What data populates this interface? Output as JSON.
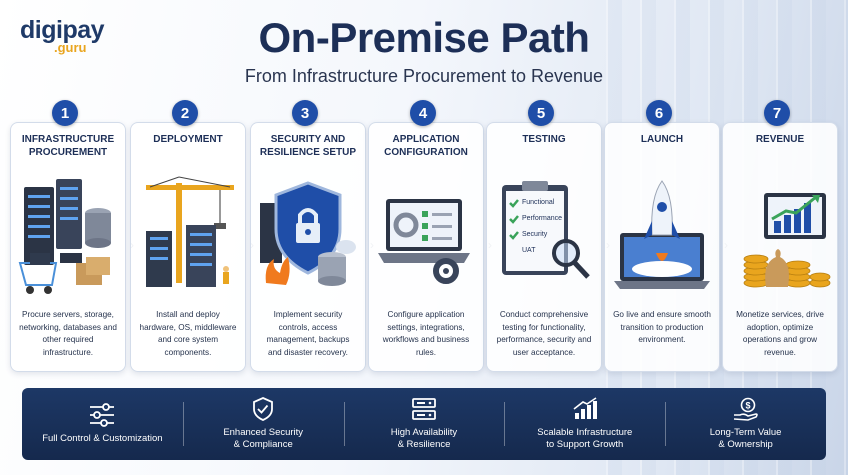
{
  "brand": {
    "name_main": "digi",
    "name_accent": "pay",
    "sub": ".guru"
  },
  "title": "On-Premise Path",
  "subtitle": "From Infrastructure Procurement to Revenue",
  "steps": [
    {
      "num": "1",
      "title": "INFRASTRUCTURE PROCUREMENT",
      "desc": "Procure servers, storage, networking, databases and other required infrastructure.",
      "icon": "server-rack-icon"
    },
    {
      "num": "2",
      "title": "DEPLOYMENT",
      "desc": "Install and deploy hardware, OS, middleware and core system components.",
      "icon": "crane-construction-icon"
    },
    {
      "num": "3",
      "title": "SECURITY AND RESILIENCE SETUP",
      "desc": "Implement security controls, access management, backups and disaster recovery.",
      "icon": "shield-lock-icon"
    },
    {
      "num": "4",
      "title": "APPLICATION CONFIGURATION",
      "desc": "Configure application settings, integrations, workflows and business rules.",
      "icon": "laptop-gear-icon"
    },
    {
      "num": "5",
      "title": "TESTING",
      "desc": "Conduct comprehensive testing for functionality, performance, security and user acceptance.",
      "icon": "clipboard-checklist-icon",
      "checklist": [
        "Functional",
        "Performance",
        "Security",
        "UAT"
      ]
    },
    {
      "num": "6",
      "title": "LAUNCH",
      "desc": "Go live and ensure smooth transition to production environment.",
      "icon": "rocket-launch-icon"
    },
    {
      "num": "7",
      "title": "REVENUE",
      "desc": "Monetize services, drive adoption, optimize operations and grow revenue.",
      "icon": "money-growth-icon"
    }
  ],
  "benefits": [
    {
      "label": "Full Control & Customization",
      "icon": "sliders-icon"
    },
    {
      "label": "Enhanced Security\n& Compliance",
      "icon": "shield-check-icon"
    },
    {
      "label": "High Availability\n& Resilience",
      "icon": "server-icon"
    },
    {
      "label": "Scalable Infrastructure\nto Support Growth",
      "icon": "growth-chart-icon"
    },
    {
      "label": "Long-Term Value\n& Ownership",
      "icon": "hand-dollar-icon"
    }
  ],
  "colors": {
    "navy": "#1d2f57",
    "accent_blue": "#1f4ea8",
    "gold": "#e9a51e",
    "bar": "#1d3866"
  }
}
